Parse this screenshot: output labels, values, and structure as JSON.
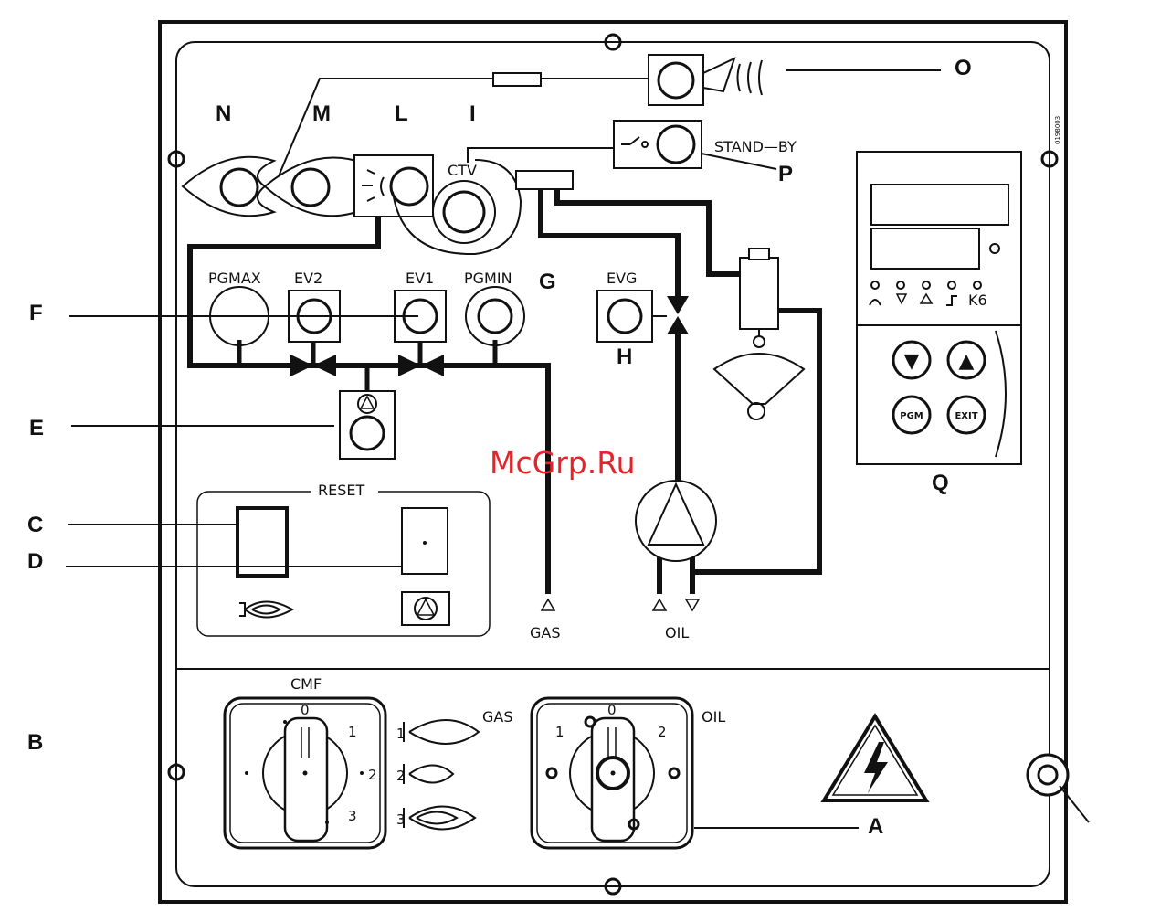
{
  "callouts": {
    "O": "O",
    "N": "N",
    "M": "M",
    "L": "L",
    "I": "I",
    "P": "P",
    "G": "G",
    "F": "F",
    "H": "H",
    "E": "E",
    "C": "C",
    "D": "D",
    "Q": "Q",
    "B": "B",
    "A": "A"
  },
  "labels": {
    "stand_by": "STAND—BY",
    "ctv": "CTV",
    "pgmax": "PGMAX",
    "ev2": "EV2",
    "ev1": "EV1",
    "pgmin": "PGMIN",
    "evg": "EVG",
    "reset": "RESET",
    "gas_inlet": "GAS",
    "oil_inlet": "OIL",
    "cmf": "CMF",
    "gas_selector": "GAS",
    "oil_selector": "OIL",
    "k6": "K6",
    "code": "0198003"
  },
  "cmf_switch": {
    "pos0": "0",
    "pos1": "1",
    "pos2": "2",
    "pos3": "3"
  },
  "flame_stages": {
    "stage1": "1",
    "stage2": "2",
    "stage3": "3"
  },
  "oil_switch": {
    "pos1": "1",
    "pos0": "0",
    "pos2": "2"
  },
  "controller_buttons": {
    "down": "▼",
    "up": "▲",
    "pgm": "PGM",
    "exit": "EXIT"
  },
  "watermark": "McGrp.Ru"
}
